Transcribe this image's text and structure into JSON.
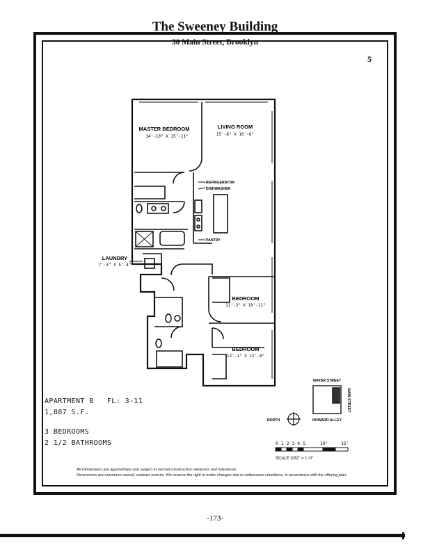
{
  "header": {
    "title": "The Sweeney Building",
    "address": "30 Main Street, Brooklyn",
    "page_badge": "5"
  },
  "rooms": {
    "master_bedroom": {
      "name": "MASTER BEDROOM",
      "dims": "14'-10\" X 15'-11\""
    },
    "living_room": {
      "name": "LIVING ROOM",
      "dims": "15'-8\" X 16'-6\""
    },
    "refrigerator": "REFRIGERATOR",
    "dishwasher": "DISHWASHER",
    "pantry": "PANTRY",
    "laundry": {
      "name": "LAUNDRY",
      "dims": "7'-3\" X 5'-4\""
    },
    "bedroom_2": {
      "name": "BEDROOM",
      "dims": "11'-3\" X 10'-11\""
    },
    "bedroom_3": {
      "name": "BEDROOM",
      "dims": "12'-1\" X 12'-8\""
    }
  },
  "apartment": {
    "unit": "APARTMENT B   FL: 3-11",
    "area": "1,887 S.F.",
    "bedrooms": "3 BEDROOMS",
    "bathrooms": "2 1/2 BATHROOMS"
  },
  "key_plan": {
    "water_street": "WATER STREET",
    "main_street": "MAIN STREET",
    "howard_alley": "HOWARD ALLEY",
    "north": "NORTH"
  },
  "scale": {
    "ticks": "0 1 2 3 4 5",
    "ten": "10'",
    "fifteen": "15'",
    "label": "SCALE 3/32\" = 1'-0\""
  },
  "disclaimer": {
    "line1": "All Dimensions are approximate and subject to normal construction variances and tolerances.",
    "line2": "Dimensions are maximum overall, subtract outcuts.   We reserve the right to make changes due to unforeseen conditions, in accordance with the offering plan."
  },
  "footer": {
    "page_number": "-173-"
  }
}
